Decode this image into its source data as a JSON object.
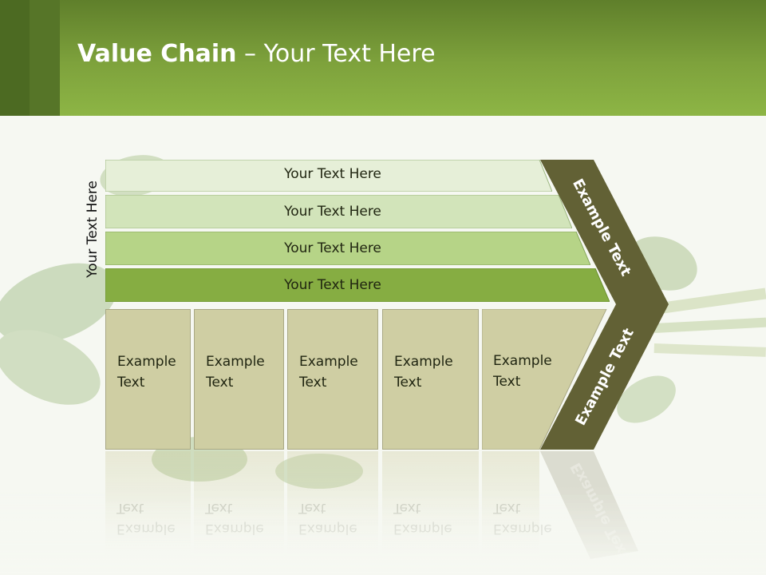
{
  "header": {
    "title_bold": "Value Chain",
    "title_rest": " – Your Text Here"
  },
  "side_label": "Your Text Here",
  "support_rows": [
    {
      "label": "Your Text Here",
      "color": "#e6efd8"
    },
    {
      "label": "Your Text Here",
      "color": "#d2e4ba"
    },
    {
      "label": "Your Text Here",
      "color": "#b6d487"
    },
    {
      "label": "Your Text Here",
      "color": "#86ad42"
    }
  ],
  "primary_boxes": [
    {
      "line1": "Example",
      "line2": "Text"
    },
    {
      "line1": "Example",
      "line2": "Text"
    },
    {
      "line1": "Example",
      "line2": "Text"
    },
    {
      "line1": "Example",
      "line2": "Text"
    },
    {
      "line1": "Example",
      "line2": "Text"
    }
  ],
  "chevron": {
    "upper_text": "Example Text",
    "lower_text": "Example Text",
    "color": "#626135"
  },
  "colors": {
    "header": "#8db545",
    "box_fill": "#cfcea3"
  }
}
